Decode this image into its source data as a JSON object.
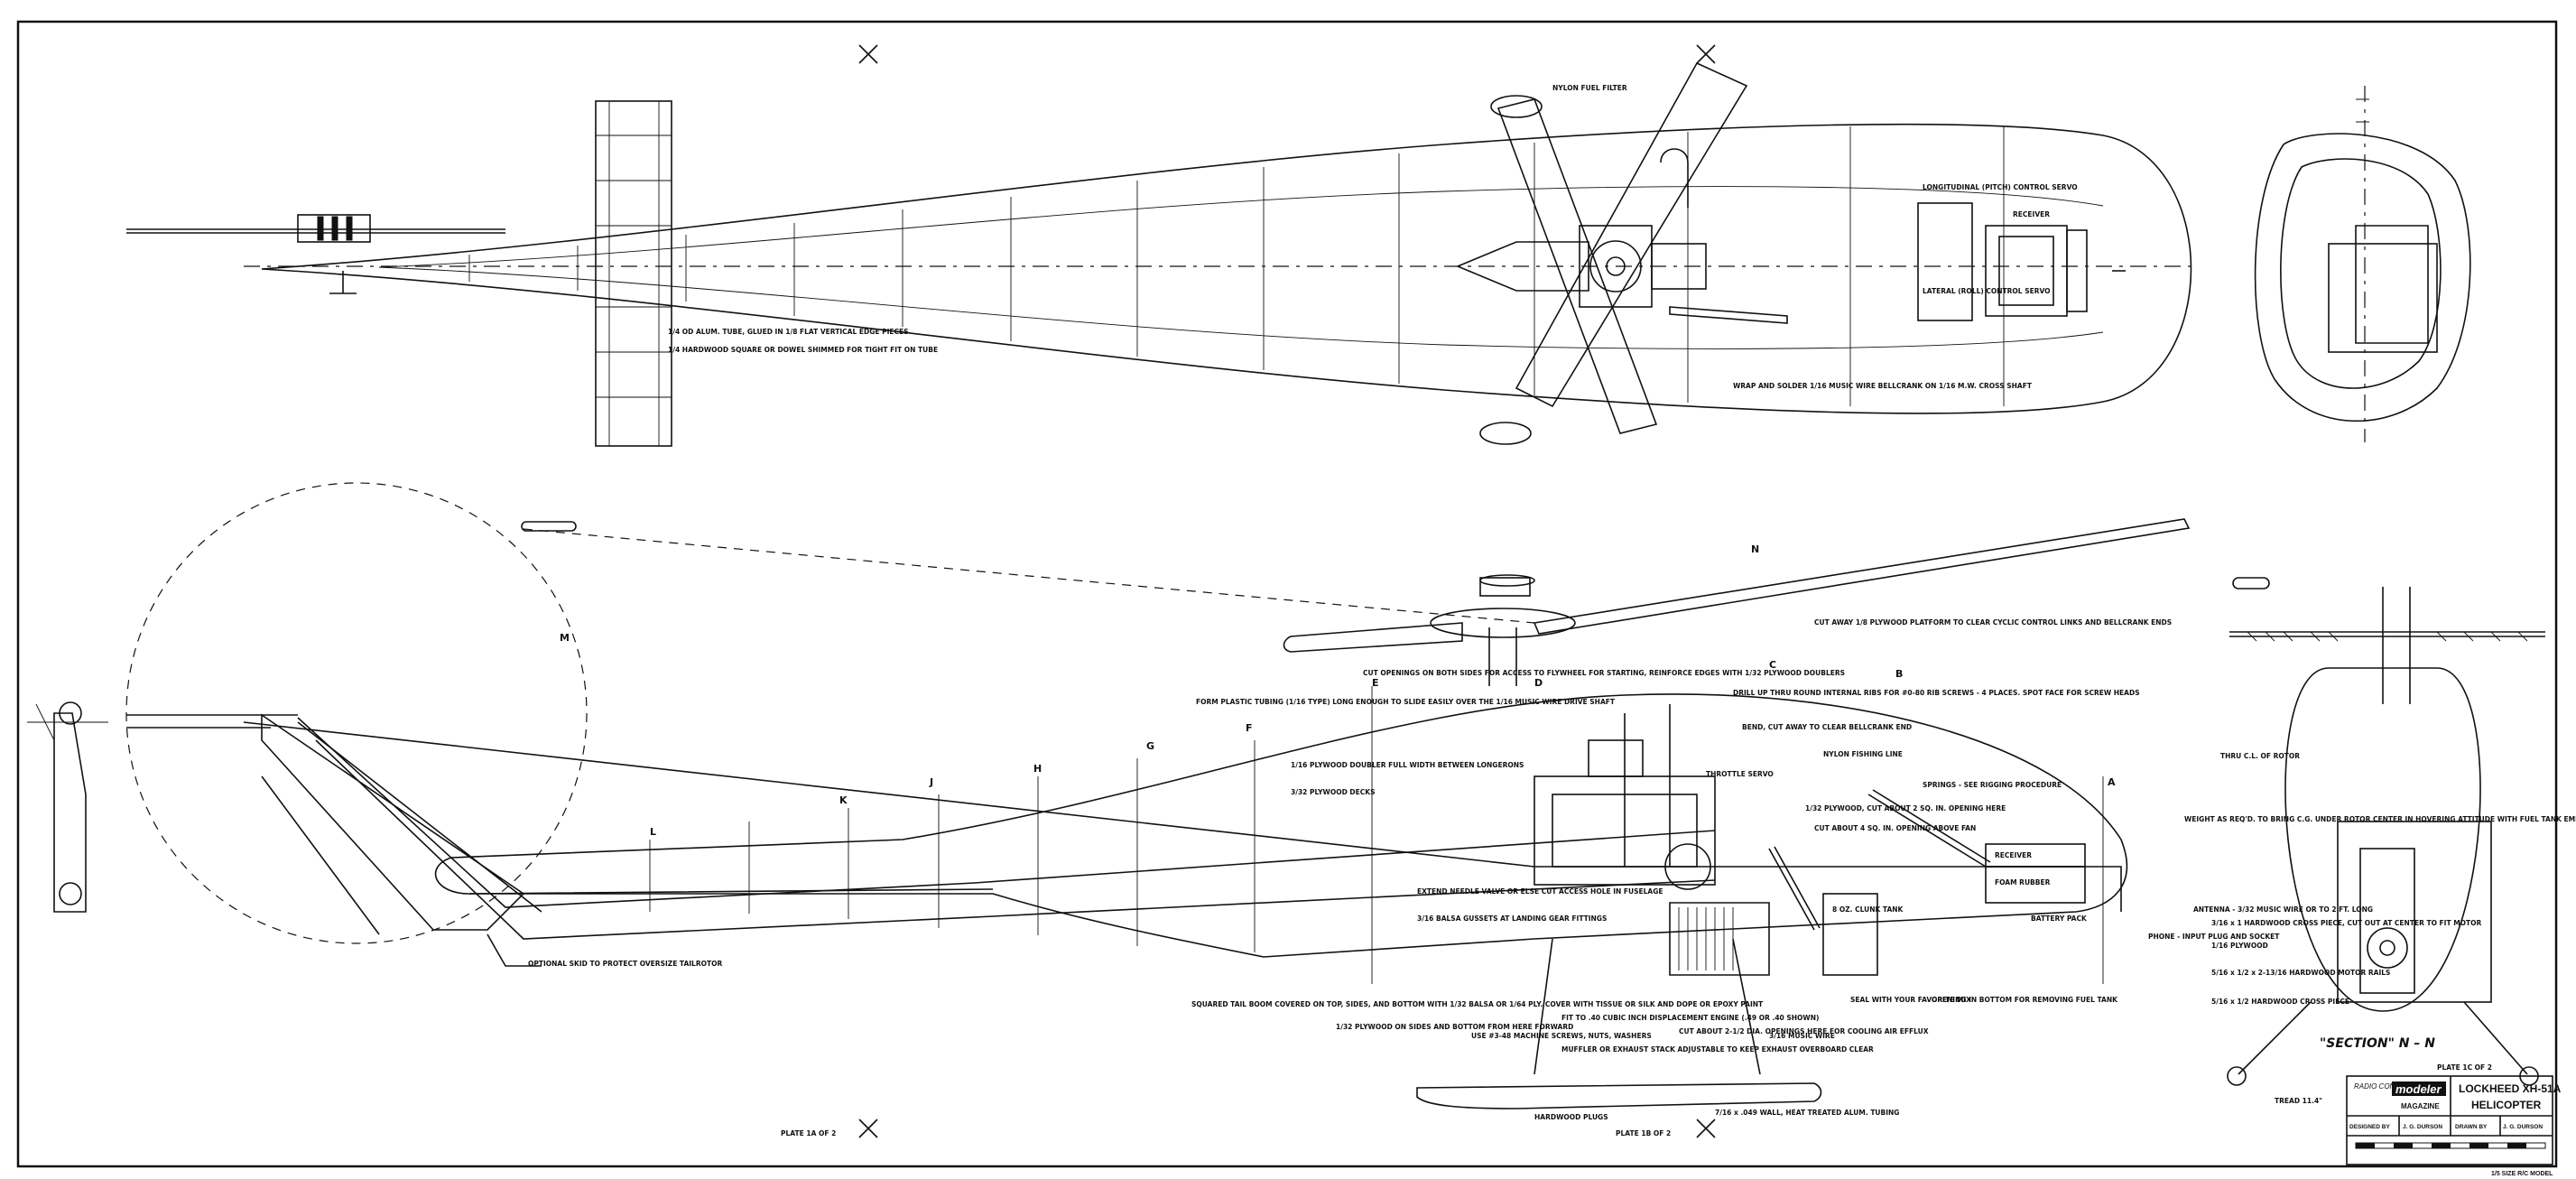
{
  "plates": {
    "left": "PLATE 1A OF 2",
    "mid": "PLATE 1B OF 2",
    "right": "PLATE 1C OF 2"
  },
  "section_label": "\"SECTION\" N – N",
  "title_block": {
    "brand_top": "RADIO CONTROL",
    "brand_logo": "modeler",
    "brand_sub": "MAGAZINE",
    "title_line1": "LOCKHEED XH-51A",
    "title_line2": "HELICOPTER",
    "designed_by_label": "DESIGNED BY",
    "designed_by": "J. G. DURSON",
    "drawn_by_label": "DRAWN BY",
    "drawn_by": "J. G. DURSON",
    "scale_note": "1/5 SIZE R/C MODEL"
  },
  "notes": {
    "top": [
      "NYLON FUEL FILTER",
      "1/4 OD ALUM. TUBE, GLUED IN 1/8 FLAT VERTICAL EDGE PIECES",
      "1/4 HARDWOOD SQUARE OR DOWEL SHIMMED FOR TIGHT FIT ON TUBE",
      "WRAP AND SOLDER 1/16 MUSIC WIRE BELLCRANK ON 1/16 M.W. CROSS SHAFT",
      "LONGITUDINAL (PITCH) CONTROL SERVO",
      "LATERAL (ROLL) CONTROL SERVO",
      "RECEIVER"
    ],
    "side": [
      "CUT AWAY 1/8 PLYWOOD PLATFORM TO CLEAR CYCLIC CONTROL LINKS AND BELLCRANK ENDS",
      "DRILL UP THRU ROUND INTERNAL RIBS FOR #0-80 RIB SCREWS - 4 PLACES. SPOT FACE FOR SCREW HEADS",
      "NYLON FISHING LINE",
      "BEND, CUT AWAY TO CLEAR BELLCRANK END",
      "CUT OPENINGS ON BOTH SIDES FOR ACCESS TO FLYWHEEL FOR STARTING, REINFORCE EDGES WITH 1/32 PLYWOOD DOUBLERS",
      "FORM PLASTIC TUBING (1/16 TYPE) LONG ENOUGH TO SLIDE EASILY OVER THE 1/16 MUSIC WIRE DRIVE SHAFT",
      "1/16 PLYWOOD DOUBLER FULL WIDTH BETWEEN LONGERONS",
      "3/32 PLYWOOD DECKS",
      "SPRINGS - SEE RIGGING PROCEDURE",
      "1/32 PLYWOOD, CUT ABOUT 2 SQ. IN. OPENING HERE",
      "CUT ABOUT 4 SQ. IN. OPENING ABOVE FAN",
      "THROTTLE SERVO",
      "WEIGHT AS REQ'D. TO BRING C.G. UNDER ROTOR CENTER IN HOVERING ATTITUDE WITH FUEL TANK EMPTY",
      "ANTENNA - 3/32 MUSIC WIRE OR TO 2 FT. LONG",
      "PHONE - INPUT PLUG AND SOCKET",
      "EXTEND NEEDLE VALVE OR ELSE CUT ACCESS HOLE IN FUSELAGE",
      "3/16 BALSA GUSSETS AT LANDING GEAR FITTINGS",
      "OPTIONAL SKID TO PROTECT OVERSIZE TAILROTOR",
      "SQUARED TAIL BOOM COVERED ON TOP, SIDES, AND BOTTOM WITH 1/32 BALSA OR 1/64 PLY. COVER WITH TISSUE OR SILK AND DOPE OR EPOXY PAINT",
      "1/32 PLYWOOD ON SIDES AND BOTTOM FROM HERE FORWARD",
      "USE #3-48 MACHINE SCREWS, NUTS, WASHERS",
      "FIT TO .40 CUBIC INCH DISPLACEMENT ENGINE (.49 OR .40 SHOWN)",
      "MUFFLER OR EXHAUST STACK ADJUSTABLE TO KEEP EXHAUST OVERBOARD CLEAR",
      "CUT ABOUT 2-1/2 DIA. OPENINGS HERE FOR COOLING AIR EFFLUX",
      "3/16 MUSIC WIRE",
      "SEAL WITH YOUR FAVORITE MIX",
      "OPENING IN BOTTOM FOR REMOVING FUEL TANK",
      "8 OZ. CLUNK TANK",
      "FOAM RUBBER",
      "BATTERY PACK",
      "RECEIVER",
      "HARDWOOD PLUGS",
      "7/16 x .049 WALL, HEAT TREATED ALUM. TUBING"
    ],
    "front": [
      "THRU C.L. OF ROTOR",
      "3/16 x 1 HARDWOOD CROSS PIECE, CUT OUT AT CENTER TO FIT MOTOR",
      "1/16 PLYWOOD",
      "5/16 x 1/2 x 2-13/16 HARDWOOD MOTOR RAILS",
      "5/16 x 1/2 HARDWOOD CROSS PIECE",
      "TREAD 11.4\""
    ]
  },
  "station_letters": [
    "A",
    "B",
    "C",
    "D",
    "E",
    "F",
    "G",
    "H",
    "J",
    "K",
    "L",
    "M",
    "N"
  ]
}
